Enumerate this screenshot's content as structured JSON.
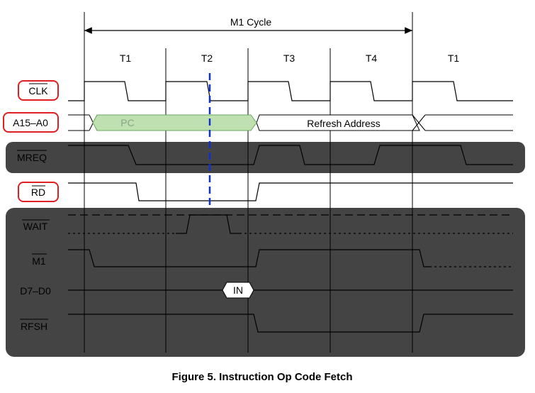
{
  "title": "M1 Cycle",
  "states": [
    "T1",
    "T2",
    "T3",
    "T4",
    "T1"
  ],
  "signals": {
    "clk": "CLK",
    "addr": "A15–A0",
    "mreq": "MREQ",
    "rd": "RD",
    "wait": "WAIT",
    "m1": "M1",
    "data": "D7–D0",
    "rfsh": "RFSH"
  },
  "bus_values": {
    "pc": "PC",
    "refresh": "Refresh Address",
    "in": "IN"
  },
  "caption": "Figure 5. Instruction Op Code Fetch",
  "colors": {
    "dark_panel": "#444444",
    "highlight_border": "#e02020",
    "pc_fill": "#bfe0b0",
    "pc_stroke": "#6aa860",
    "marker": "#1030d0"
  }
}
